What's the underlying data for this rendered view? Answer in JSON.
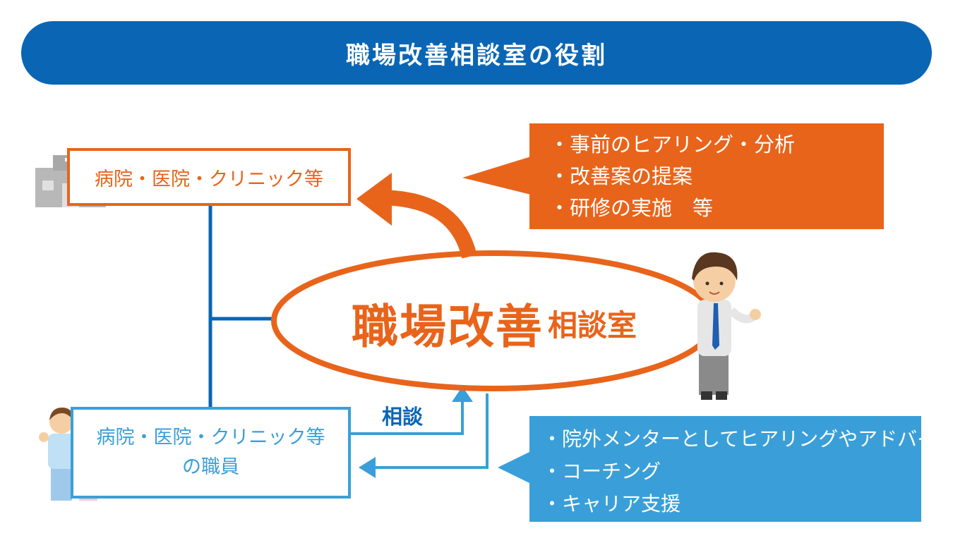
{
  "title": "職場改善相談室の役割",
  "clinic_box": {
    "label": "病院・医院・クリニック等"
  },
  "staff_box": {
    "line1": "病院・医院・クリニック等",
    "line2": "の職員"
  },
  "center": {
    "main": "職場改善",
    "sub": "相談室"
  },
  "orange_callout": {
    "items": [
      "・事前のヒアリング・分析",
      "・改善案の提案",
      "・研修の実施　等"
    ]
  },
  "blue_callout": {
    "items": [
      "・院外メンターとしてヒアリングやアドバイス",
      "・コーチング",
      "・キャリア支援"
    ]
  },
  "consult_label": "相談",
  "colors": {
    "title_bg": "#0a66b4",
    "orange": "#e8641b",
    "blue": "#3a9fd8",
    "line_blue": "#0a66b4"
  },
  "icons": [
    "hospital-icon",
    "consultant-man-icon",
    "medical-staff-icon"
  ]
}
